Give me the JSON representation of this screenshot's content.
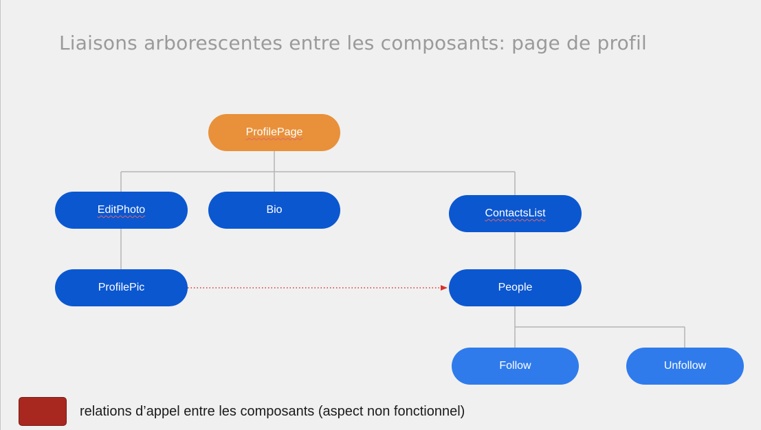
{
  "title": "Liaisons arborescentes entre les composants: page de profil",
  "colors": {
    "root": "#e8913a",
    "component": "#0b57d0",
    "leaf": "#2f7bec",
    "connector": "#b4b4b4",
    "call_relation": "#d9302b",
    "legend_swatch": "#a8281f"
  },
  "nodes": {
    "profile_page": "ProfilePage",
    "edit_photo": "EditPhoto",
    "bio": "Bio",
    "contacts_list": "ContactsList",
    "profile_pic": "ProfilePic",
    "people": "People",
    "follow": "Follow",
    "unfollow": "Unfollow"
  },
  "edges": [
    {
      "from": "ProfilePage",
      "to": "EditPhoto",
      "type": "tree"
    },
    {
      "from": "ProfilePage",
      "to": "Bio",
      "type": "tree"
    },
    {
      "from": "ProfilePage",
      "to": "ContactsList",
      "type": "tree"
    },
    {
      "from": "EditPhoto",
      "to": "ProfilePic",
      "type": "tree"
    },
    {
      "from": "ContactsList",
      "to": "People",
      "type": "tree"
    },
    {
      "from": "People",
      "to": "Follow",
      "type": "tree"
    },
    {
      "from": "People",
      "to": "Unfollow",
      "type": "tree"
    },
    {
      "from": "ProfilePic",
      "to": "People",
      "type": "call",
      "style": "dotted-arrow"
    }
  ],
  "legend": {
    "label": "relations d’appel entre les composants (aspect non fonctionnel)"
  }
}
